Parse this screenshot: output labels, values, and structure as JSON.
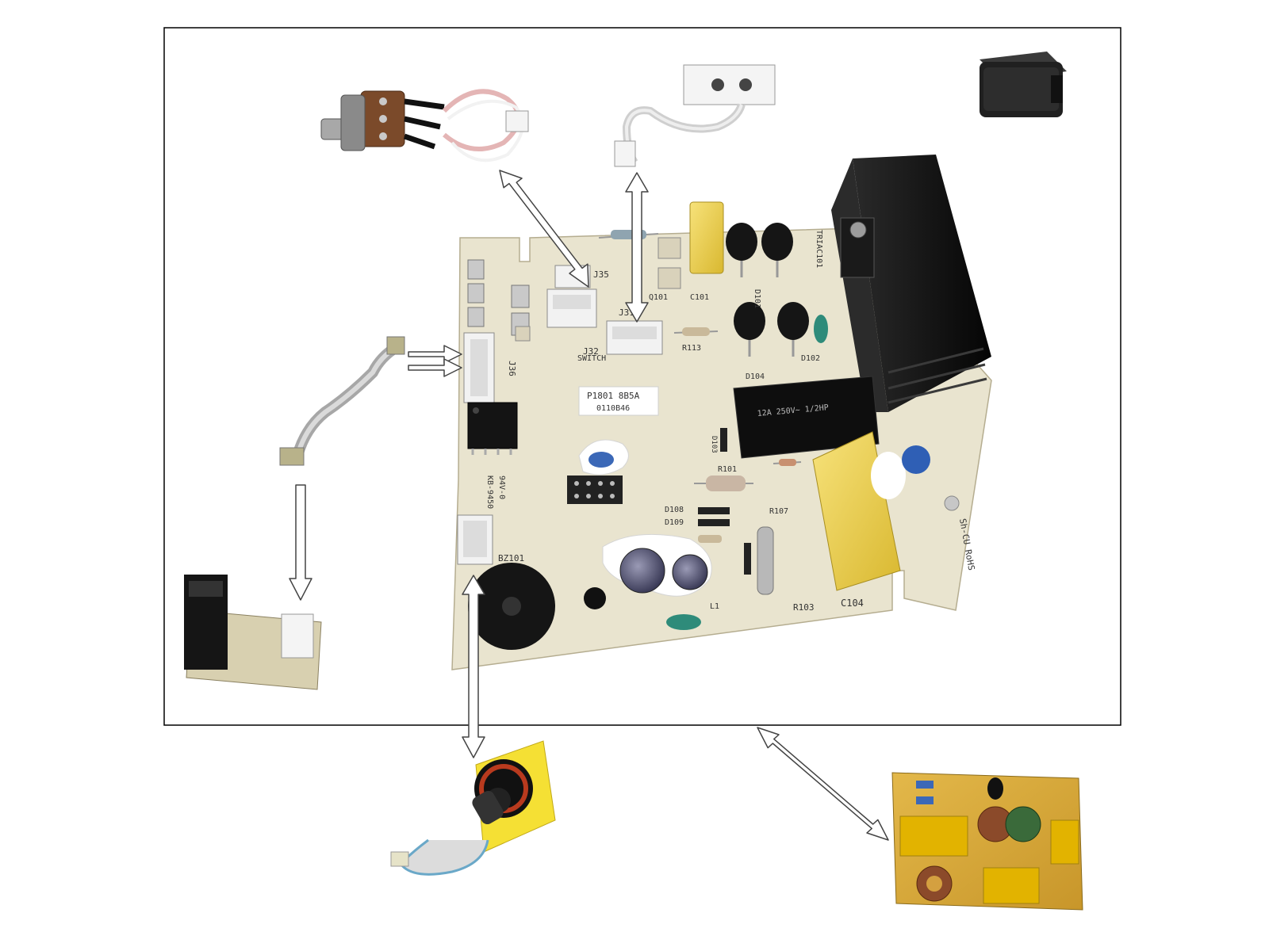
{
  "pcb": {
    "part_number": "P1801 8B5A",
    "lot_code": "0110B46",
    "relay_text": "12A 250V~ 1/2HP",
    "brand_text": "Sh-CU RoHS",
    "labels": {
      "j36": "J36",
      "j32": "J32",
      "j35": "J35",
      "j31": "J31",
      "q101": "Q101",
      "c101": "C101",
      "c104": "C104",
      "r103": "R103",
      "r101": "R101",
      "r107": "R107",
      "r113": "R113",
      "d108": "D108",
      "d109": "D109",
      "d101": "D101",
      "d102": "D102",
      "d103": "D103",
      "d104": "D104",
      "l1": "L1",
      "bz101": "BZ101",
      "switch": "SWITCH",
      "triac": "TRIAC101",
      "kb": "KB-9450",
      "rating": "94V-0"
    }
  },
  "colors": {
    "board": "#e9e4cf",
    "heatsink": "#121212",
    "yellow_cap": "#efd450",
    "arrow_fill": "#ffffff",
    "arrow_stroke": "#444444"
  },
  "components": [
    {
      "id": "potentiometer",
      "icon": "potentiometer-icon"
    },
    {
      "id": "display-board",
      "icon": "display-board-icon"
    },
    {
      "id": "ferrite-core",
      "icon": "ferrite-core-icon"
    },
    {
      "id": "ribbon-cable",
      "icon": "ribbon-cable-icon"
    },
    {
      "id": "sensor-board",
      "icon": "sensor-board-icon"
    },
    {
      "id": "rotary-switch",
      "icon": "rotary-switch-icon"
    },
    {
      "id": "emi-filter-board",
      "icon": "emi-filter-board-icon"
    }
  ]
}
